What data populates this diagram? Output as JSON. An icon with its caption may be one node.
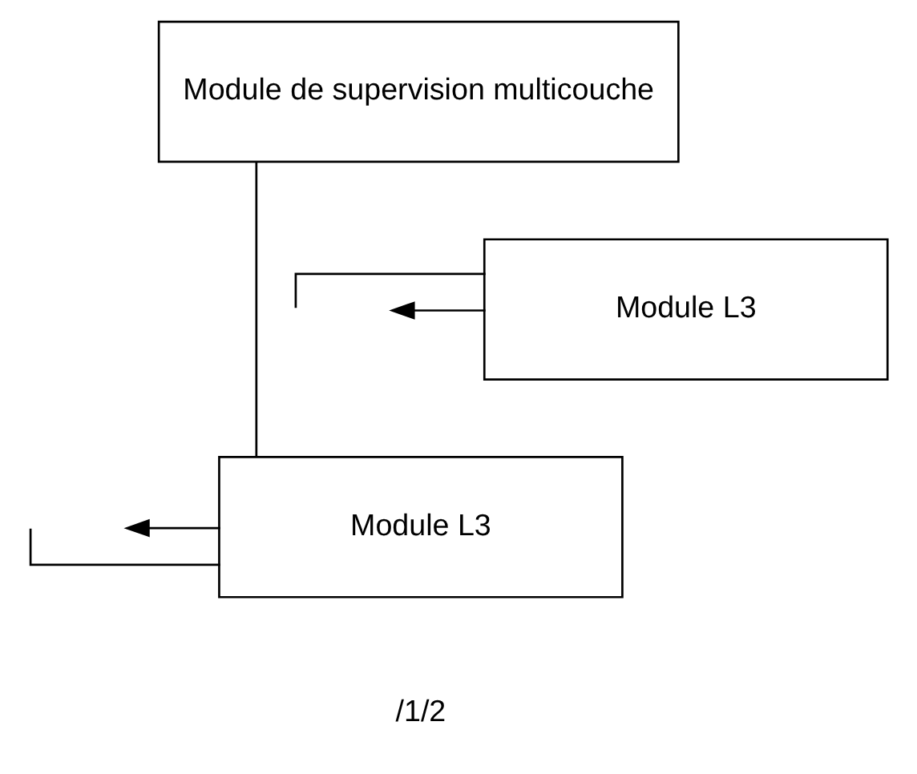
{
  "diagram": {
    "nodes": [
      {
        "text": [
          "Module de supervision multicouche"
        ]
      },
      {
        "text": [
          "Module L3"
        ]
      },
      {
        "text": [
          "Module L3"
        ]
      }
    ],
    "edges": [
      {
        "from": 0,
        "to": 2,
        "arrow": "none"
      },
      {
        "from": null,
        "to": 1,
        "arrow": "none"
      },
      {
        "from": 1,
        "to": null,
        "arrow": "to"
      },
      {
        "from": null,
        "to": 2,
        "arrow": "none"
      },
      {
        "from": 2,
        "to": null,
        "arrow": "to"
      }
    ],
    "labels": [
      "/1/2"
    ]
  }
}
